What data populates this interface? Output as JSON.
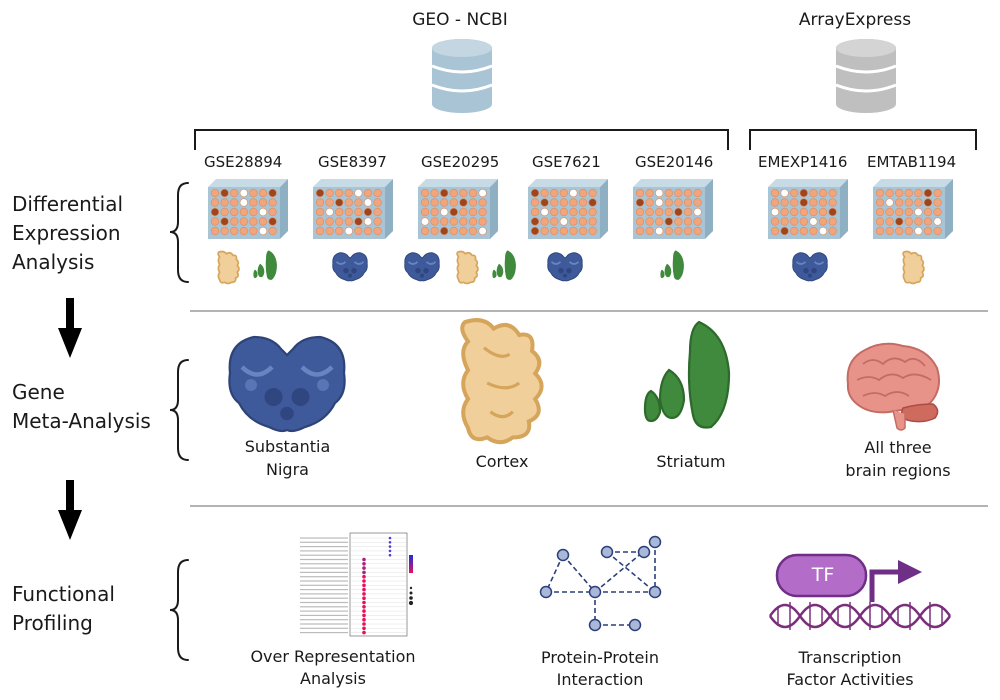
{
  "sources": {
    "geo": {
      "label": "GEO - NCBI",
      "color": "#a9c4d4"
    },
    "arrayexpress": {
      "label": "ArrayExpress",
      "color": "#bfbfbf"
    }
  },
  "datasets": [
    "GSE28894",
    "GSE8397",
    "GSE20295",
    "GSE7621",
    "GSE20146",
    "EMEXP1416",
    "EMTAB1194"
  ],
  "stages": {
    "differential": "Differential Expression Analysis",
    "differential_lines": [
      "Differential",
      "Expression",
      "Analysis"
    ],
    "meta": "Gene Meta-Analysis",
    "meta_lines": [
      "Gene",
      "Meta-Analysis"
    ],
    "functional": "Functional Profiling",
    "functional_lines": [
      "Functional",
      "Profiling"
    ]
  },
  "regions": {
    "substantia_nigra": "Substantia Nigra",
    "substantia_nigra_lines": [
      "Substantia",
      "Nigra"
    ],
    "cortex": "Cortex",
    "striatum": "Striatum",
    "all_three": "All three brain regions",
    "all_three_lines": [
      "All three",
      "brain regions"
    ]
  },
  "functional": {
    "ora": "Over Representation Analysis",
    "ora_lines": [
      "Over Representation",
      "Analysis"
    ],
    "ppi": "Protein-Protein Interaction",
    "ppi_lines": [
      "Protein-Protein",
      "Interaction"
    ],
    "tf": "Transcription Factor Activities",
    "tf_lines": [
      "Transcription",
      "Factor Activities"
    ],
    "tf_box": "TF"
  },
  "colors": {
    "nigra": "#3f5a9a",
    "cortex": "#f1cf9a",
    "striatum": "#3f8a3c",
    "brain": "#e8938a",
    "tf": "#9b4fb0",
    "dna": "#7a2f7a",
    "array_bg": "#a9c4d4",
    "dot": "#f2a57a",
    "dot_dark": "#a0441b",
    "ppi_node": "#a9b7d8"
  }
}
